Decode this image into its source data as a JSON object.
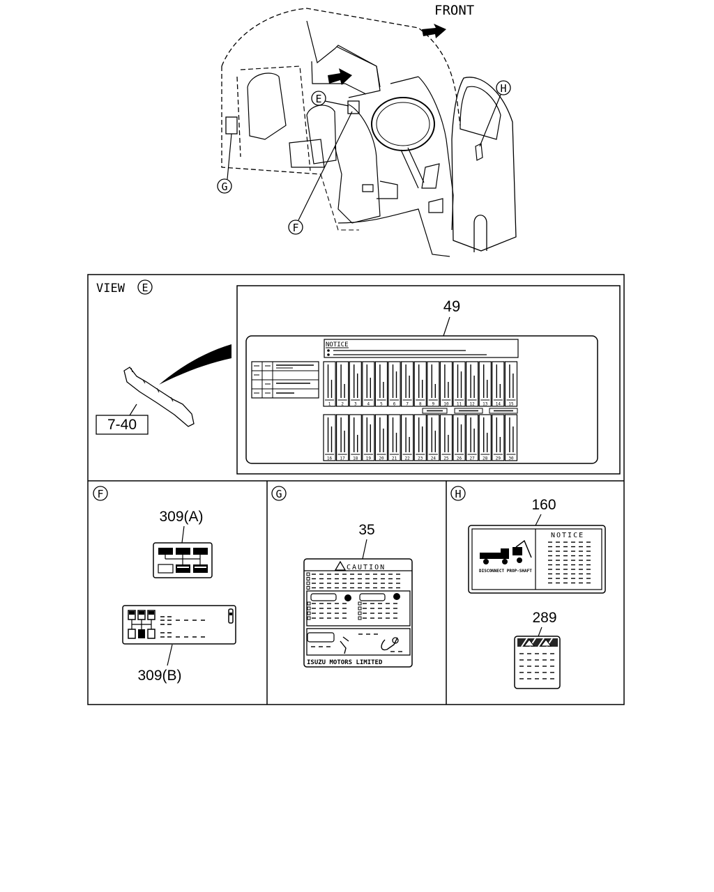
{
  "diagram": {
    "front_label": "FRONT",
    "callouts": {
      "e": "E",
      "f": "F",
      "g": "G",
      "h": "H"
    },
    "view_e": {
      "title_prefix": "VIEW",
      "circle_letter": "E",
      "ref_label": "7-40",
      "part_number": "49",
      "notice_heading": "NOTICE",
      "fuse_numbers_top": [
        "1",
        "2",
        "3",
        "4",
        "5",
        "6",
        "7",
        "8",
        "9",
        "10",
        "11",
        "12",
        "13",
        "14",
        "15"
      ],
      "fuse_numbers_bottom": [
        "16",
        "17",
        "18",
        "19",
        "20",
        "21",
        "22",
        "23",
        "24",
        "25",
        "26",
        "27",
        "28",
        "29",
        "30"
      ]
    },
    "panel_f": {
      "circle_letter": "F",
      "part_a": "309(A)",
      "part_b": "309(B)"
    },
    "panel_g": {
      "circle_letter": "G",
      "part_number": "35",
      "caution_text": "CAUTION",
      "maker_text": "ISUZU MOTORS LIMITED"
    },
    "panel_h": {
      "circle_letter": "H",
      "part_160": "160",
      "notice_text": "NOTICE",
      "disconnect_text": "DISCONNECT PROP-SHAFT",
      "part_289": "289"
    }
  }
}
